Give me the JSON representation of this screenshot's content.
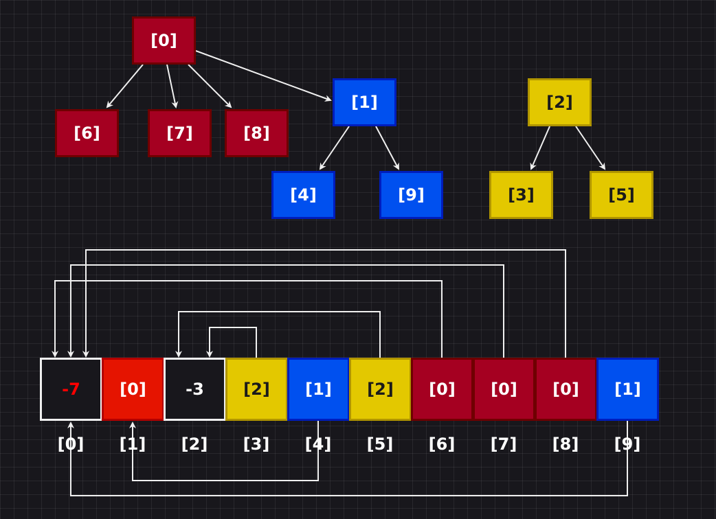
{
  "palette": {
    "root_group_fill": "#a50021",
    "root_group_border": "#6f0000",
    "blue_fill": "#0050ef",
    "blue_border": "#001dbc",
    "yellow_fill": "#e3c800",
    "yellow_border": "#b09500",
    "red_fill": "#e51400",
    "red_border": "#b20000",
    "dark_fill": "#18171c",
    "light_border": "#f0f0f0",
    "negative_text": "#ff0000",
    "white_text": "#ffffff",
    "dark_text": "#1a1a1a",
    "line": "#f0f0f0",
    "background": "#18171c"
  },
  "trees": [
    {
      "color": "root-group",
      "root": "[0]",
      "children": [
        "[6]",
        "[7]",
        "[8]",
        "[1]"
      ]
    },
    {
      "color": "blue",
      "root": "[1]",
      "children": [
        "[4]",
        "[9]"
      ]
    },
    {
      "color": "yellow",
      "root": "[2]",
      "children": [
        "[3]",
        "[5]"
      ]
    }
  ],
  "array": {
    "cells": [
      "-7",
      "[0]",
      "-3",
      "[2]",
      "[1]",
      "[2]",
      "[0]",
      "[0]",
      "[0]",
      "[1]"
    ],
    "indices": [
      "[0]",
      "[1]",
      "[2]",
      "[3]",
      "[4]",
      "[5]",
      "[6]",
      "[7]",
      "[8]",
      "[9]"
    ]
  }
}
